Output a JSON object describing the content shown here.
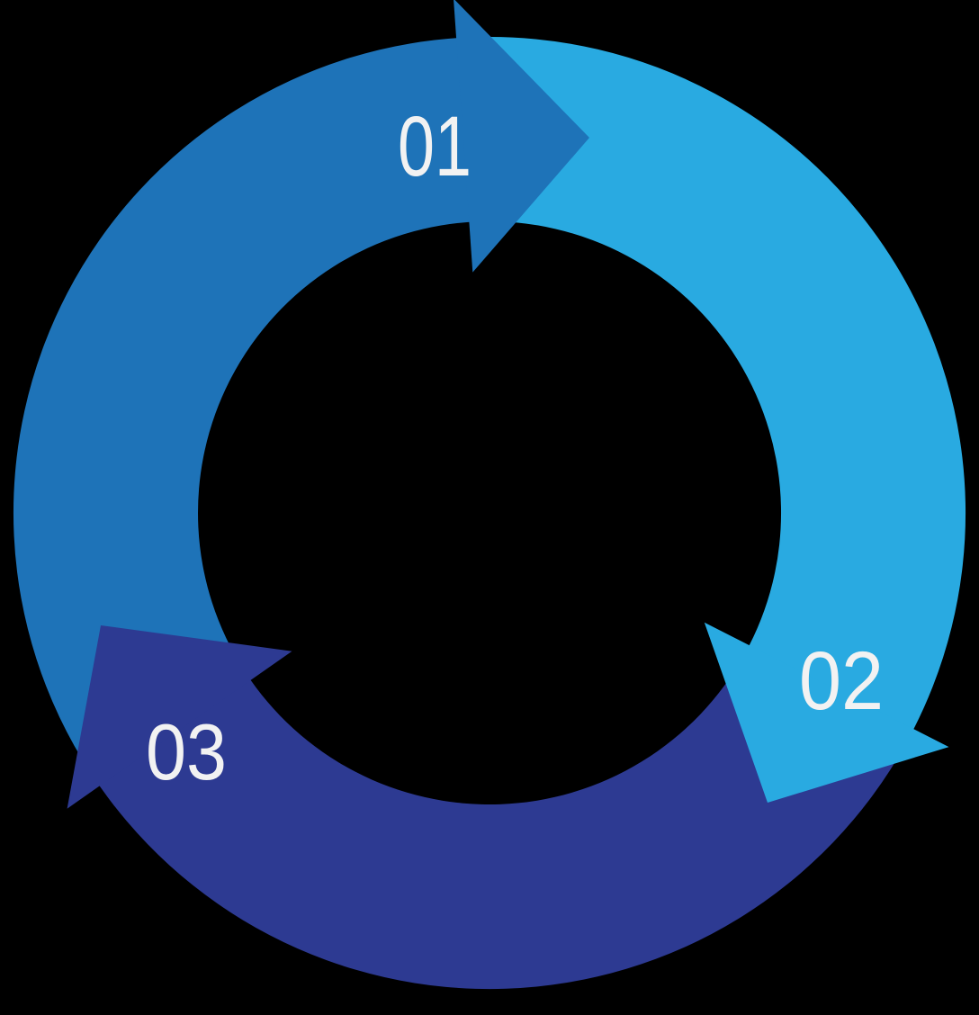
{
  "diagram": {
    "type": "cycle",
    "direction": "clockwise",
    "background_color": "#000000",
    "label_color": "#F2F2F2",
    "steps": [
      {
        "id": "step-1",
        "label": "01",
        "color": "#1E73B8"
      },
      {
        "id": "step-2",
        "label": "02",
        "color": "#29AAE1"
      },
      {
        "id": "step-3",
        "label": "03",
        "color": "#2D3A92"
      }
    ]
  }
}
